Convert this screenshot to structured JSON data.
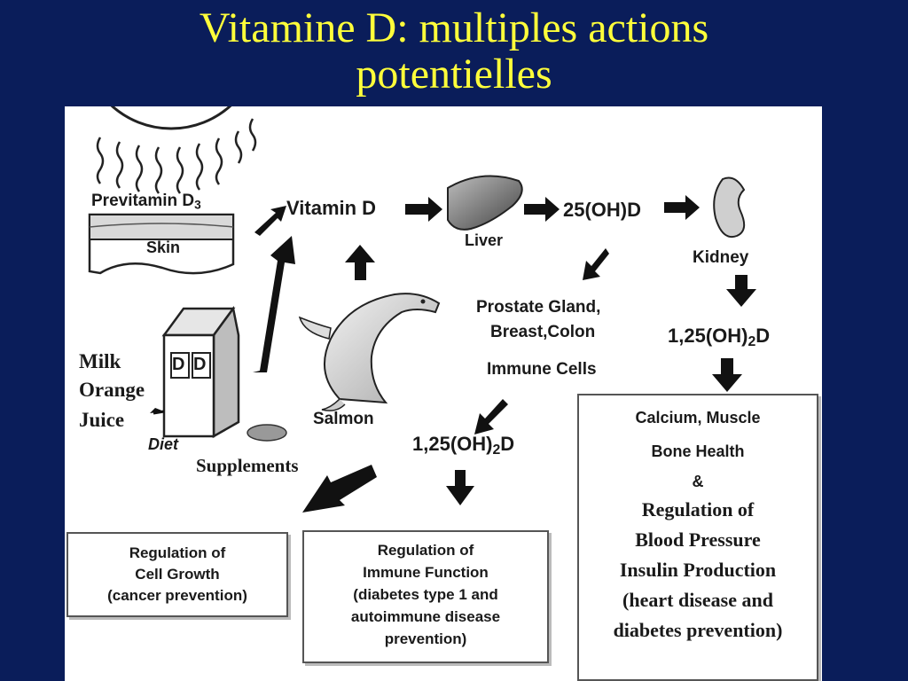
{
  "title": {
    "line1": "Vitamine D: multiples actions",
    "line2": "potentielles"
  },
  "diagram": {
    "previtamin": {
      "text": "Previtamin D",
      "sub": "3"
    },
    "skin": "Skin",
    "vitamin_d": "Vitamin D",
    "liver": "Liver",
    "oh_d": "25(OH)D",
    "kidney": "Kidney",
    "prostate_line1": "Prostate Gland,",
    "prostate_line2": "Breast,Colon",
    "immune_cells": "Immune Cells",
    "calcitriol_right": {
      "pre": "1,25(OH)",
      "sub": "2",
      "post": "D"
    },
    "calcitriol_center": {
      "pre": "1,25(OH)",
      "sub": "2",
      "post": "D"
    },
    "carton_letter_1": "D",
    "carton_letter_2": "D",
    "milk": "Milk",
    "orange": "Orange",
    "juice": "Juice",
    "diet": "Diet",
    "supplements": "Supplements",
    "salmon": "Salmon",
    "box_left": [
      "Regulation of",
      "Cell Growth",
      "(cancer prevention)"
    ],
    "box_middle": [
      "Regulation of",
      "Immune Function",
      "(diabetes type 1 and",
      "autoimmune disease",
      "prevention)"
    ],
    "box_right_top": [
      "Calcium, Muscle",
      "Bone Health",
      "&"
    ],
    "box_right_bottom": [
      "Regulation of",
      "Blood Pressure",
      "Insulin Production",
      "(heart disease and",
      "diabetes prevention)"
    ]
  }
}
